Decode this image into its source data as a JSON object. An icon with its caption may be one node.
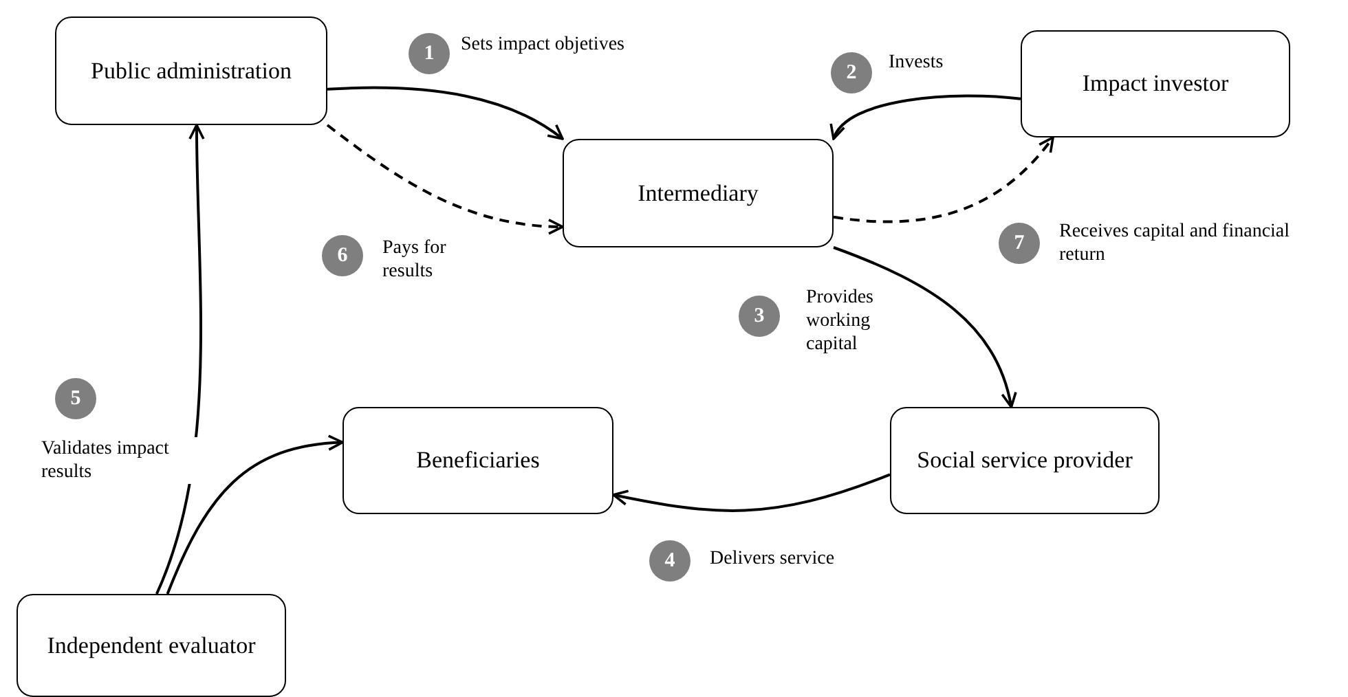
{
  "diagram": {
    "nodes": [
      {
        "text": [
          "Public administration"
        ]
      },
      {
        "text": [
          "Intermediary"
        ]
      },
      {
        "text": [
          "Impact investor"
        ]
      },
      {
        "text": [
          "Beneficiaries"
        ]
      },
      {
        "text": [
          "Social service provider"
        ]
      },
      {
        "text": [
          "Independent evaluator"
        ]
      }
    ],
    "edges": [
      {
        "from": 0,
        "to": 1,
        "arrow": "to",
        "label": "Sets impact objetives"
      },
      {
        "from": 2,
        "to": 1,
        "arrow": "to",
        "label": "Invests"
      },
      {
        "from": 1,
        "to": 4,
        "arrow": "to",
        "label": "Provides working capital"
      },
      {
        "from": 4,
        "to": 3,
        "arrow": "to",
        "label": "Delivers service"
      },
      {
        "from": 5,
        "to": 0,
        "arrow": "to",
        "label": "Validates impact results"
      },
      {
        "from": 5,
        "to": 3,
        "arrow": "to"
      },
      {
        "from": 0,
        "to": 1,
        "arrow": "to",
        "style": "dashed",
        "label": "Pays for results"
      },
      {
        "from": 1,
        "to": 2,
        "arrow": "to",
        "style": "dashed",
        "label": "Receives capital and financial return"
      }
    ],
    "labels": [
      "1",
      "2",
      "3",
      "4",
      "5",
      "6",
      "7"
    ]
  }
}
